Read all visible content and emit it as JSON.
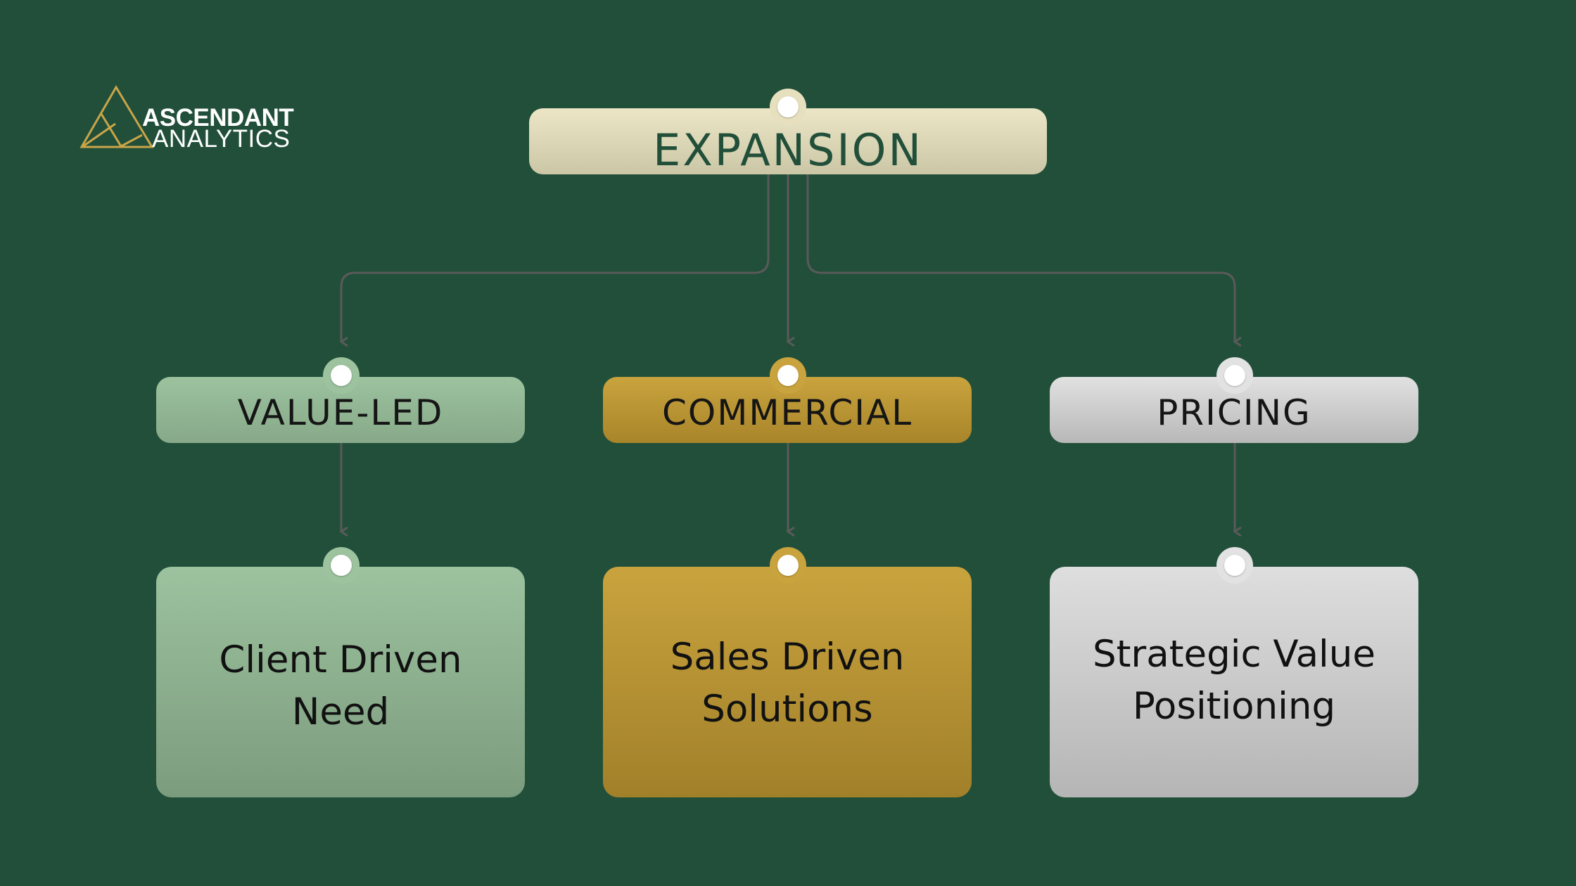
{
  "logo": {
    "line1": "ASCENDANT",
    "line2": "ANALYTICS",
    "color": "#c9a548"
  },
  "colors": {
    "background": "#214f3a",
    "connector": "#5a5a5a",
    "value_led": "#9cc29e",
    "commercial": "#c9a33d",
    "pricing": "#e0e0e0",
    "expansion": "#ece6c6"
  },
  "root": {
    "label": "EXPANSION"
  },
  "categories": [
    {
      "label": "VALUE-LED",
      "detail": "Client Driven\nNeed"
    },
    {
      "label": "COMMERCIAL",
      "detail": "Sales Driven\nSolutions"
    },
    {
      "label": "PRICING",
      "detail": "Strategic Value\nPositioning"
    }
  ]
}
